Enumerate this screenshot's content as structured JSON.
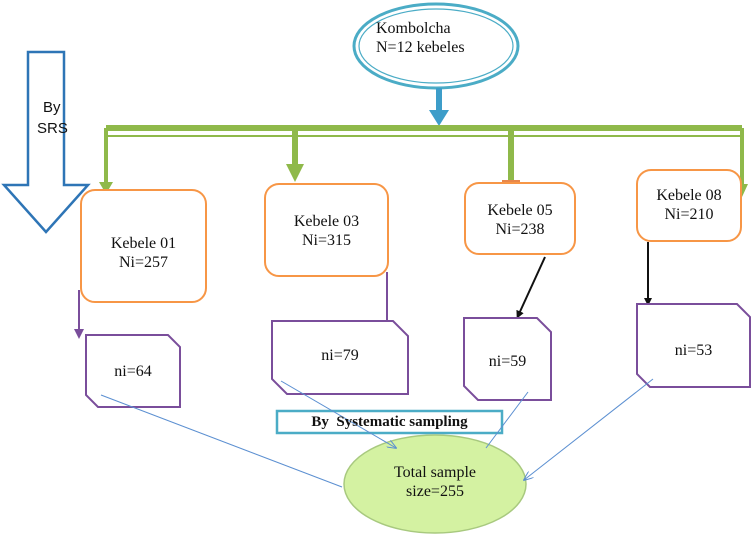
{
  "root": {
    "name": "Kombolcha",
    "count": "N=12 kebeles"
  },
  "srs_label": {
    "line1": "By",
    "line2": "SRS"
  },
  "kebeles": [
    {
      "name": "Kebele 01",
      "population": "Ni=257",
      "sample": "ni=64"
    },
    {
      "name": "Kebele 03",
      "population": "Ni=315",
      "sample": "ni=79"
    },
    {
      "name": "Kebele 05",
      "population": "Ni=238",
      "sample": "ni=59"
    },
    {
      "name": "Kebele 08",
      "population": "Ni=210",
      "sample": "ni=53"
    }
  ],
  "systematic_label": "By  Systematic sampling",
  "total": {
    "line1": "Total sample",
    "line2": "size=255"
  },
  "colors": {
    "root_border": "#4bacc6",
    "green_line": "#8fb94a",
    "orange_border": "#f79646",
    "purple_border": "#7a4e9b",
    "blue_arrow": "#2e75b6",
    "thin_line": "#5b8fd1",
    "ellipse_fill": "#d4f2a2",
    "systematic_border": "#4bacc6"
  }
}
